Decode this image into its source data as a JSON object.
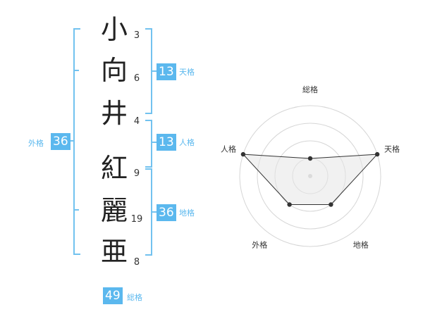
{
  "characters": [
    {
      "kanji": "小",
      "strokes": "3"
    },
    {
      "kanji": "向",
      "strokes": "6"
    },
    {
      "kanji": "井",
      "strokes": "4"
    },
    {
      "kanji": "紅",
      "strokes": "9"
    },
    {
      "kanji": "麗",
      "strokes": "19"
    },
    {
      "kanji": "亜",
      "strokes": "8"
    }
  ],
  "kaku": {
    "tenkaku": {
      "value": "13",
      "label": "天格"
    },
    "jinkaku": {
      "value": "13",
      "label": "人格"
    },
    "chikaku": {
      "value": "36",
      "label": "地格"
    },
    "gaikaku": {
      "value": "36",
      "label": "外格"
    },
    "soukaku": {
      "value": "49",
      "label": "総格"
    }
  },
  "colors": {
    "accent": "#5bb8ee",
    "bracket": "#72c2ef",
    "text": "#222222"
  },
  "chart_data": {
    "type": "radar",
    "axes": [
      "総格",
      "天格",
      "地格",
      "外格",
      "人格"
    ],
    "values": [
      0.25,
      1.0,
      0.5,
      0.5,
      1.0
    ],
    "range": [
      0,
      1
    ],
    "rings": 4
  }
}
